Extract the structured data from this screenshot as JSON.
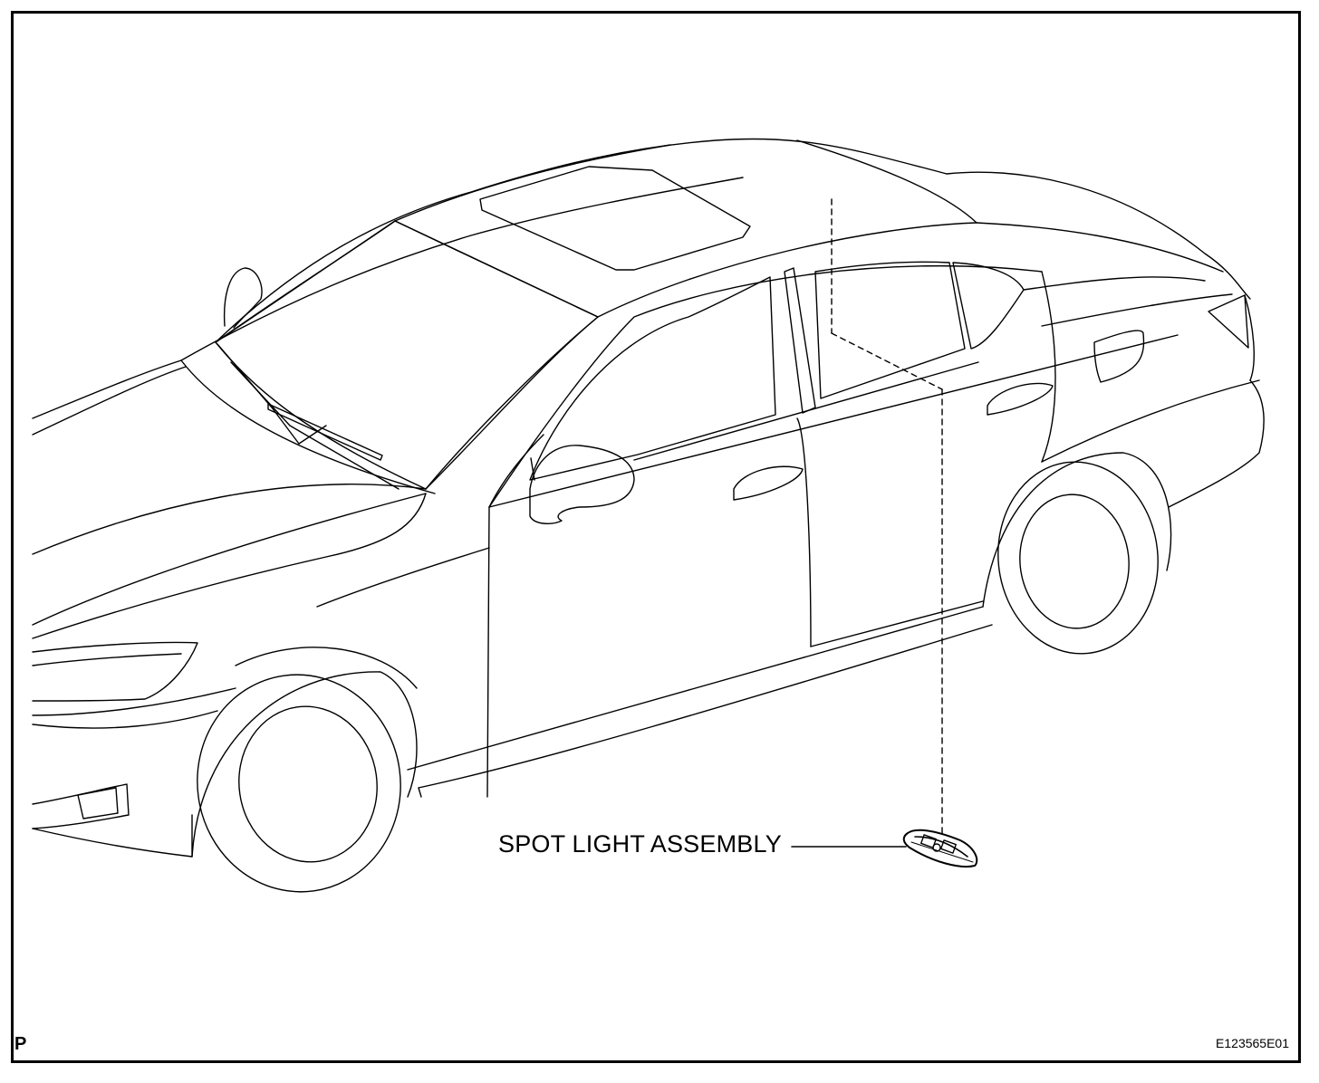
{
  "callout": {
    "label": "SPOT LIGHT ASSEMBLY"
  },
  "corner_code": "P",
  "figure_id": "E123565E01",
  "colors": {
    "line": "#000000",
    "background": "#ffffff"
  }
}
